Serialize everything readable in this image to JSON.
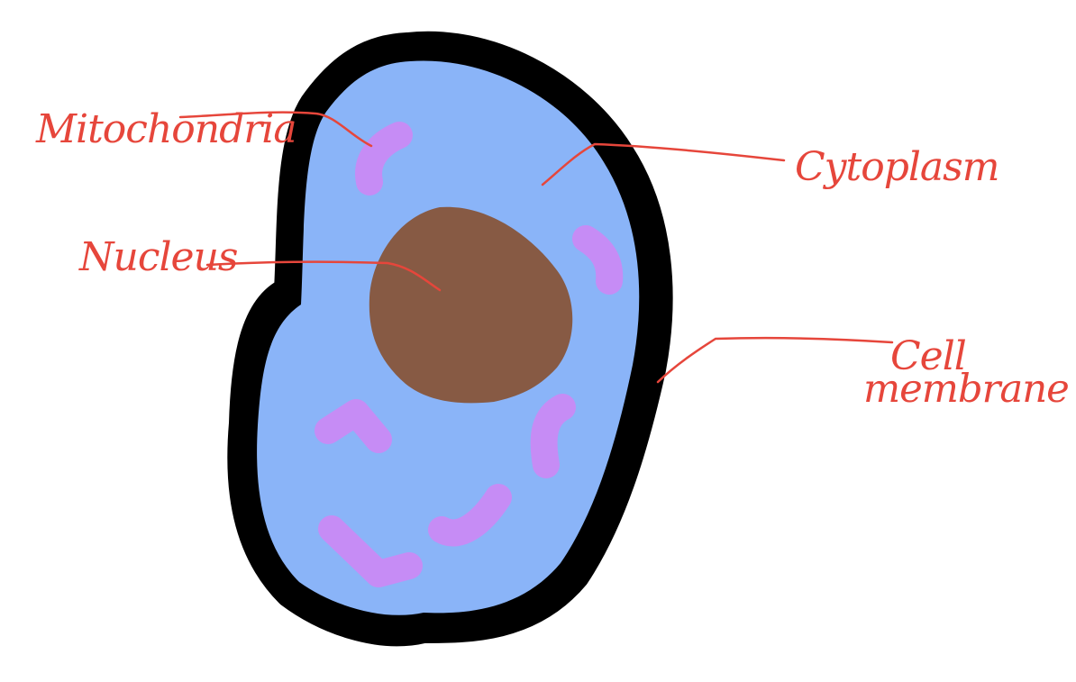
{
  "colors": {
    "background": "#ffffff",
    "membrane": "#000000",
    "cytoplasm": "#8ab4f8",
    "nucleus": "#875a44",
    "mitochondria": "#c68cf5",
    "annotation": "#e6463b"
  },
  "labels": {
    "mitochondria": "Mitochondria",
    "nucleus": "Nucleus",
    "cytoplasm": "Cytoplasm",
    "cell_membrane_line1": "Cell",
    "cell_membrane_line2": "membrane"
  }
}
